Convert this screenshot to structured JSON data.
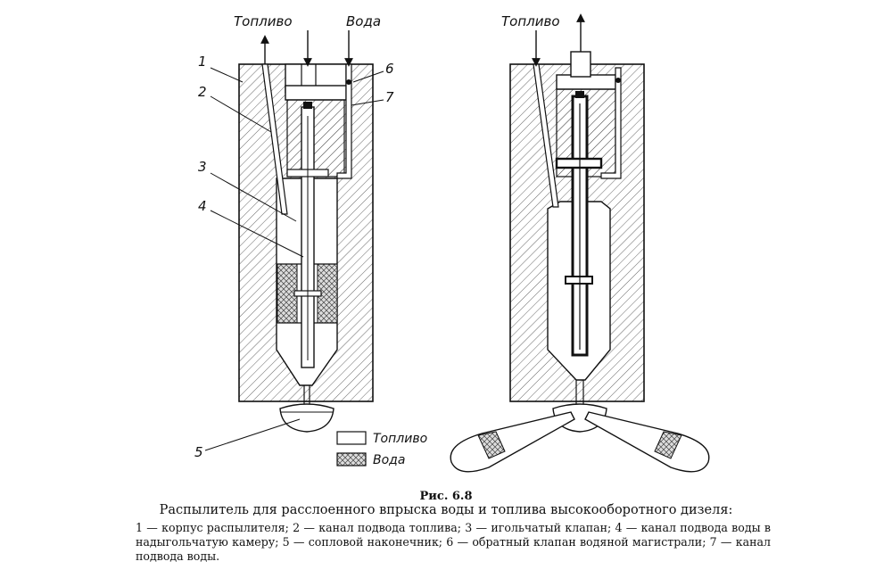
{
  "labels": {
    "fuel": "Топливо",
    "water": "Вода"
  },
  "callouts": [
    "1",
    "2",
    "3",
    "4",
    "5",
    "6",
    "7"
  ],
  "legend": {
    "fuel": "Топливо",
    "water": "Вода"
  },
  "figure": {
    "number": "Рис. 6.8",
    "title": "Распылитель для расслоенного впрыска воды и топлива высокооборотного дизеля:",
    "legend_text": "1 — корпус распылителя; 2 — канал подвода топлива; 3 — игольчатый клапан; 4 — канал подвода воды в надыгольчатую камеру; 5 — сопловой наконечник; 6 — обратный клапан водяной магистрали; 7 — канал подвода воды."
  },
  "colors": {
    "ink": "#111111",
    "hatch": "#555555",
    "paper": "#ffffff"
  }
}
